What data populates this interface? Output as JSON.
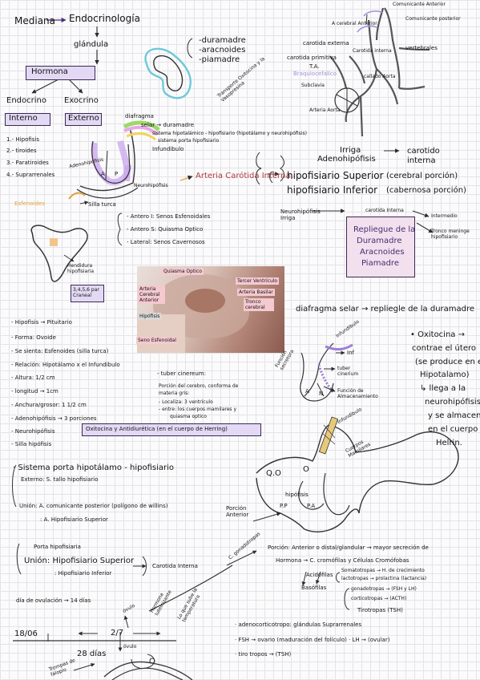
{
  "top": {
    "mediana": "Mediana",
    "endocrinologia": "Endocrinología",
    "glandula": "glándula",
    "hormona": "Hormona",
    "endocrino": "Endocrino",
    "exocrino": "Exocrino",
    "interno": "Interno",
    "externo": "Externo",
    "list": [
      "1.- Hipofisis",
      "2.- tiroides",
      "3.- Paratiroides",
      "4.- Suprarrenales"
    ],
    "meninges": [
      "-duramadre",
      "-aracnoides",
      "-piamadre"
    ]
  },
  "hipofisis_diagram": {
    "diafragma": "diafragma",
    "selar": "selar → duramadre",
    "sistema": "sistema hipotalámico - hipofisiario (hipotálamo y neurohipófisis)",
    "portal": "sistema porta hipofisiario",
    "infundibulo": "Infundibulo",
    "adenohipofisis": "Adenohipófisis",
    "a": "A",
    "p": "P",
    "neurohipofisis": "Neurohipófisis",
    "esfenoides": "Esfenoides",
    "silla": "Silla turca",
    "carotida": "Arteria Carótida Interna",
    "transporte": "Transporte Oxitocina y la Vasopresina"
  },
  "right_top": {
    "comunicante_anterior": "Comunicante Anterior",
    "comunicante_posterior": "Comunicante posterior",
    "a_cerebral_anterior": "A cerebral Anterior",
    "carotida_externa": "carotida externa",
    "carotida_primitiva": "carotida primitiva",
    "ta": "T.A.",
    "braquiocefalico": "Braquiocefalico",
    "subclavia": "Subclavia",
    "carotida_interna": "Carotida interna",
    "vertebrales": "vertebrales",
    "callado_aorta": "callado Aorta",
    "arteria_aorta": "Arteria Aorta",
    "irriga": "Irriga",
    "adenohipofisis": "Adenohipófisis",
    "carotido_interna": "carotido interna",
    "hip_superior": "hipofisiario Superior",
    "hip_superior_note": "(cerebral porción)",
    "hip_inferior": "hipofisiario Inferior",
    "hip_inferior_note": "(cabernosa porción)",
    "neurohipofisis_irriga": "Neurohipófisis Irriga",
    "carotida_interna2": "carotida Interna",
    "intermedio": "Intermedio",
    "tronco": "Tronco meninge hipofisiario",
    "repliegue": [
      "Repliegue de la",
      "Duramadre",
      "Aracnoides",
      "Piamadre"
    ]
  },
  "antero": {
    "items": [
      "- Antero I: Senos Esfenoidales",
      "- Antero S: Quiasma Optico",
      "- Lateral: Senos Cavernosos"
    ],
    "hendidura": "Hendidura hipofisiaria",
    "craneal": "3,4,5,6 par Craneal"
  },
  "photo_labels": {
    "quiasma": "Quiasma Optico",
    "tercer": "Tercer Ventrículo",
    "arteria_cerebral": "Arteria Cerebral Anterior",
    "arteria_basilar": "Arteria Basilar",
    "tronco": "Tronco cerebral",
    "hipofisis": "Hipófisis",
    "seno": "Seno Esfenoidal"
  },
  "diafragma_selar": "diafragma selar → repliegle de la duramadre",
  "left_mid": {
    "items": [
      "- Hipofisis → Pituitario",
      "- Forma: Ovoide",
      "- Se sienta: Esfenoides (silla turca)",
      "- Relación: Hipotálamo x el Infundibulo",
      "- Altura: 1/2 cm",
      "- longitud → 1cm",
      "- Anchura/grosor: 1 1/2 cm",
      "- Adenohipófisis → 3 porciones",
      "- Neurohipófisis",
      "- Silla hipófisis"
    ],
    "neuro_box": "Oxitocina y Antidiurética (en el cuerpo de Herring)"
  },
  "tuber": {
    "title": "- tuber cinereum:",
    "desc1": "Porción del cerebro, conforma de",
    "desc2": "materia gris:",
    "loc": "- Localiza: 3 ventrículo",
    "entre": "- entre: los cuerpos mamilares y",
    "quiasma": "quiasma optico"
  },
  "mid_right_diagram": {
    "funcion": "Función secretora",
    "infundibulo": "Infundibulo",
    "inf": "Inf",
    "tuber": "tuber cinerium",
    "a": "A",
    "n": "N",
    "funcion_alm": "Función de Almacenamiento"
  },
  "oxitocina": {
    "lines": [
      "• Oxitocina →",
      "contrae el útero",
      "(se produce en el",
      "Hipotalamo)",
      "↳ llega a la",
      "neurohipófisis",
      "y se almacena",
      "en el cuerpo de",
      "Helrin."
    ]
  },
  "sistema_portal": {
    "title": "· Sistema porta hipotálamo - hipofisiario",
    "externo": "Externo: S. tallo hipofisiario",
    "union1": "Unión: A. comunicante posterior (polígono de willins)",
    "union2": ": A. Hipofisiario Superior"
  },
  "bottom_diagram": {
    "infundibulo": "Infundibulo",
    "cuerpos": "Cuerpos Mamilares",
    "qo": "Q.O",
    "o": "O",
    "hipofisis": "hipófisis",
    "pa": "P.A",
    "pp": "P.P",
    "porcion": "Porción Anterior"
  },
  "porta_hipofisiaria": {
    "title": "Porta hipofisiaria",
    "union": "Unión: Hipofisiario Superior",
    "inferior": ": Hipofisiario Inferior",
    "carotida": "Carotida Interna"
  },
  "porcion_anterior": {
    "line1": "Porción: Anterior o distal/glandular → mayor secreción de",
    "line2": "Hormona → C. cromófilas y Células Cromófobas",
    "acidofilas": "Acidófilas",
    "basofilas": "Basófilas",
    "somatotropas": "Somatotropas → H. de crecimiento",
    "lactotropas": "lactotropas → prolactina (lactancia)",
    "gonadotropas": "gonadotropas → (FSH y LH)",
    "corticotropas": "corticotropas → (ACTH)",
    "tirotropas": "Tirotropas (TSH)",
    "adeno": "· adenocorticotropo: glándulas Suprarrenales",
    "fsh": "· FSH → ovario (maduración del folículo) · LH → (ovular)",
    "tiro": "· tiro tropos → (TSH)"
  },
  "timeline": {
    "dia": "día de ovulación → 14 días",
    "date1": "18/06",
    "date2": "2/7",
    "dias": "28 días",
    "ovulo": "óvulo",
    "ovulo2": "óvulo",
    "hormona": "Hormona luteinizante",
    "sube": "Lo que sube la temperatura",
    "gonado": "C. gonadotropas",
    "trompas": "Trompas de falopio"
  }
}
